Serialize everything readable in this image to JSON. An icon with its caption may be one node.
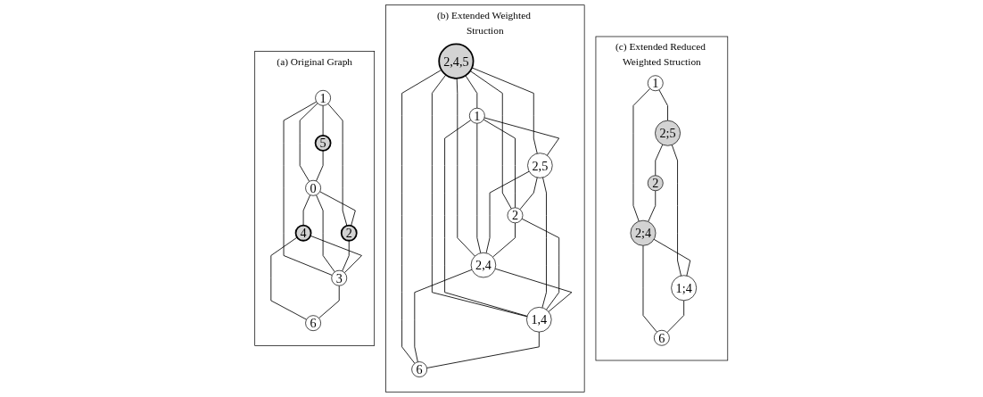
{
  "diagram": {
    "nodes": [
      {
        "text": [
          "(a) Original Graph"
        ]
      },
      {
        "text": [
          "1"
        ],
        "in": 0
      },
      {
        "text": [
          "5"
        ],
        "in": 0
      },
      {
        "text": [
          "2"
        ],
        "in": 0
      },
      {
        "text": [
          "0"
        ],
        "in": 0
      },
      {
        "text": [
          "4"
        ],
        "in": 0
      },
      {
        "text": [
          "3"
        ],
        "in": 0
      },
      {
        "text": [
          "6"
        ],
        "in": 0
      },
      {
        "text": [
          "(b) Extended Weighted Struction"
        ]
      },
      {
        "text": [
          "2,4,5"
        ],
        "in": 8
      },
      {
        "text": [
          "1"
        ],
        "in": 8
      },
      {
        "text": [
          "2,5"
        ],
        "in": 8
      },
      {
        "text": [
          "2"
        ],
        "in": 8
      },
      {
        "text": [
          "2,4"
        ],
        "in": 8
      },
      {
        "text": [
          "1,4"
        ],
        "in": 8
      },
      {
        "text": [
          "6"
        ],
        "in": 8
      },
      {
        "text": [
          "(c) Extended Reduced Weighted Struction"
        ]
      },
      {
        "text": [
          "1"
        ],
        "in": 16
      },
      {
        "text": [
          "2;5"
        ],
        "in": 16
      },
      {
        "text": [
          "2"
        ],
        "in": 16
      },
      {
        "text": [
          "2;4"
        ],
        "in": 16
      },
      {
        "text": [
          "1;4"
        ],
        "in": 16
      },
      {
        "text": [
          "6"
        ],
        "in": 16
      }
    ],
    "edges": [
      {
        "from": 1,
        "to": 2,
        "arrow": "none"
      },
      {
        "from": 1,
        "to": 4,
        "arrow": "none"
      },
      {
        "from": 1,
        "to": 6,
        "arrow": "none"
      },
      {
        "from": 1,
        "to": 3,
        "arrow": "none"
      },
      {
        "from": 2,
        "to": 4,
        "arrow": "none"
      },
      {
        "from": 4,
        "to": 3,
        "arrow": "none"
      },
      {
        "from": 4,
        "to": 5,
        "arrow": "none"
      },
      {
        "from": 4,
        "to": 6,
        "arrow": "none"
      },
      {
        "from": 3,
        "to": 6,
        "arrow": "none"
      },
      {
        "from": 5,
        "to": 6,
        "arrow": "none"
      },
      {
        "from": 5,
        "to": 7,
        "arrow": "none"
      },
      {
        "from": 6,
        "to": 7,
        "arrow": "none"
      },
      {
        "from": 9,
        "to": 10,
        "arrow": "none"
      },
      {
        "from": 9,
        "to": 11,
        "arrow": "none"
      },
      {
        "from": 9,
        "to": 13,
        "arrow": "none"
      },
      {
        "from": 9,
        "to": 15,
        "arrow": "none"
      },
      {
        "from": 9,
        "to": 14,
        "arrow": "none"
      },
      {
        "from": 9,
        "to": 12,
        "arrow": "none"
      },
      {
        "from": 10,
        "to": 11,
        "arrow": "none"
      },
      {
        "from": 10,
        "to": 13,
        "arrow": "none"
      },
      {
        "from": 10,
        "to": 14,
        "arrow": "none"
      },
      {
        "from": 10,
        "to": 12,
        "arrow": "none"
      },
      {
        "from": 11,
        "to": 12,
        "arrow": "none"
      },
      {
        "from": 11,
        "to": 13,
        "arrow": "none"
      },
      {
        "from": 11,
        "to": 14,
        "arrow": "none"
      },
      {
        "from": 12,
        "to": 13,
        "arrow": "none"
      },
      {
        "from": 12,
        "to": 14,
        "arrow": "none"
      },
      {
        "from": 13,
        "to": 14,
        "arrow": "none"
      },
      {
        "from": 13,
        "to": 15,
        "arrow": "none"
      },
      {
        "from": 14,
        "to": 15,
        "arrow": "none"
      },
      {
        "from": 17,
        "to": 18,
        "arrow": "none"
      },
      {
        "from": 17,
        "to": 20,
        "arrow": "none"
      },
      {
        "from": 18,
        "to": 19,
        "arrow": "none"
      },
      {
        "from": 18,
        "to": 21,
        "arrow": "none"
      },
      {
        "from": 19,
        "to": 20,
        "arrow": "none"
      },
      {
        "from": 20,
        "to": 21,
        "arrow": "none"
      },
      {
        "from": 20,
        "to": 22,
        "arrow": "none"
      },
      {
        "from": 21,
        "to": 22,
        "arrow": "none"
      }
    ]
  }
}
